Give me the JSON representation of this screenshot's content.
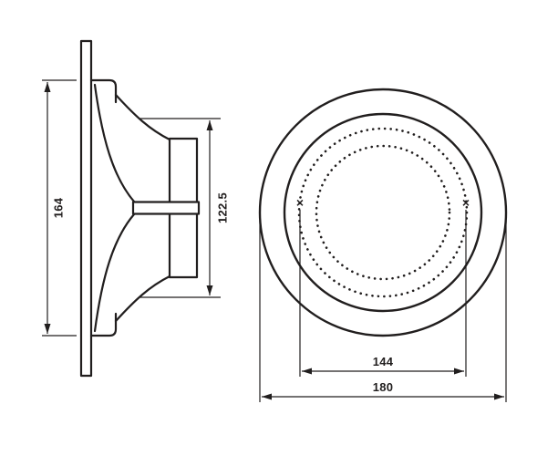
{
  "drawing": {
    "background_color": "#ffffff",
    "line_color": "#211e1e",
    "dimensions": {
      "overall_height": {
        "value": "164"
      },
      "inner_depth": {
        "value": "122.5"
      },
      "mounting_hole_spacing": {
        "value": "144"
      },
      "outer_diameter": {
        "value": "180"
      }
    },
    "markers": {
      "mounting_hole_left": "×",
      "mounting_hole_right": "×"
    }
  }
}
